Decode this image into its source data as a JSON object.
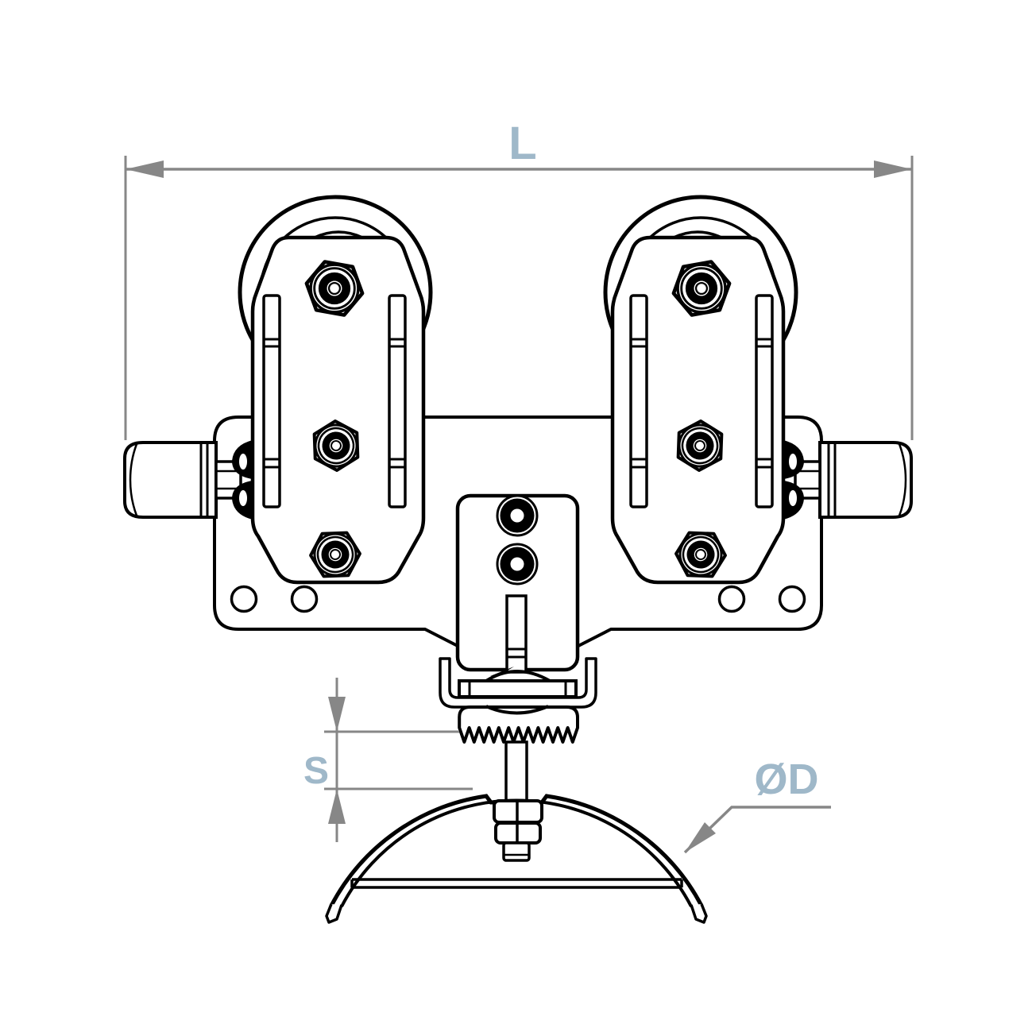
{
  "drawing": {
    "kind": "technical-dimension-drawing",
    "labels": {
      "length": "L",
      "gap": "S",
      "diameter": "ØD"
    },
    "colors": {
      "outline": "#000000",
      "dimension_lines": "#878787",
      "dimension_labels": "#9fb8c9",
      "background": "#ffffff"
    }
  }
}
